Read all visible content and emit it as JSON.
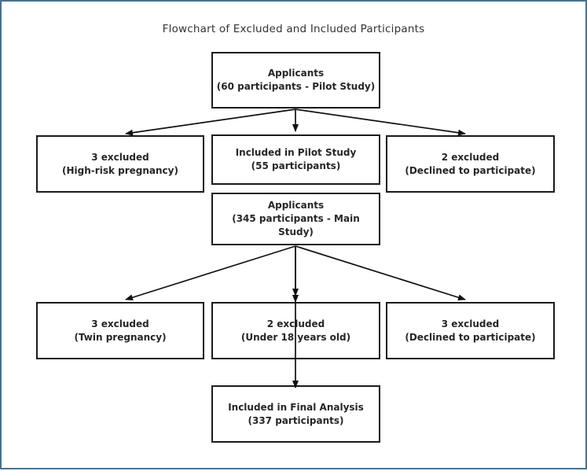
{
  "title": "Flowchart of Excluded and Included Participants",
  "colors": {
    "frame_border": "#4a7190",
    "box_border": "#1a1a1a",
    "text": "#262626",
    "arrow": "#111111",
    "background": "#ffffff"
  },
  "nodes": {
    "pilot_applicants": {
      "line1": "Applicants",
      "line2": "(60 participants - Pilot Study)"
    },
    "pilot_excluded_left": {
      "line1": "3 excluded",
      "line2": "(High-risk pregnancy)"
    },
    "pilot_included": {
      "line1": "Included in Pilot Study",
      "line2": "(55 participants)"
    },
    "pilot_excluded_right": {
      "line1": "2 excluded",
      "line2": "(Declined to participate)"
    },
    "main_applicants": {
      "line1": "Applicants",
      "line2": "(345 participants - Main Study)"
    },
    "main_excluded_left": {
      "line1": "3 excluded",
      "line2": "(Twin pregnancy)"
    },
    "main_excluded_mid": {
      "line1": "2 excluded",
      "line2": "(Under 18 years old)"
    },
    "main_excluded_right": {
      "line1": "3 excluded",
      "line2": "(Declined to participate)"
    },
    "final_included": {
      "line1": "Included in Final Analysis",
      "line2": "(337 participants)"
    }
  }
}
